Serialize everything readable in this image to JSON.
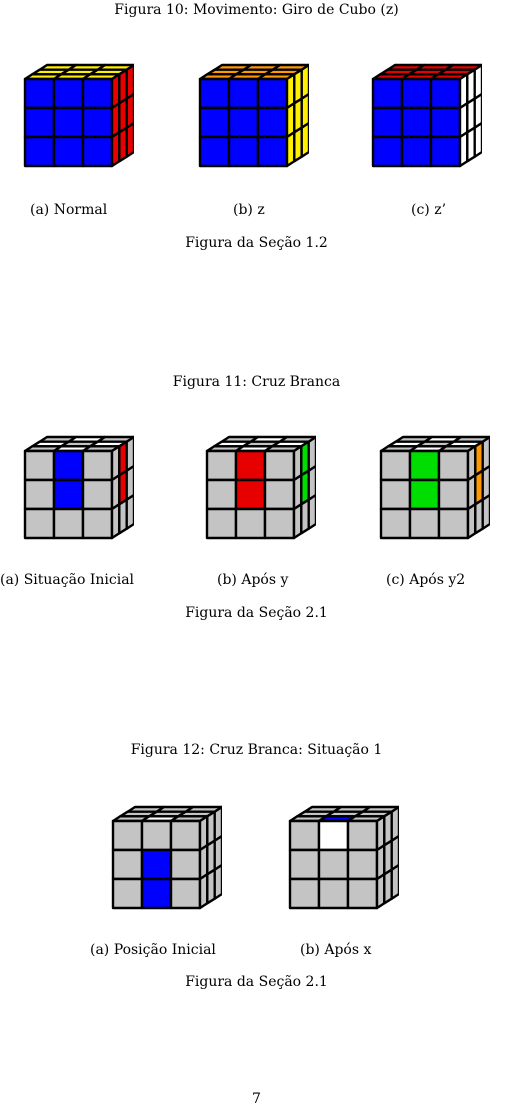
{
  "colors": {
    "yellow": "#FFEF00",
    "blue": "#0000FF",
    "red": "#E60000",
    "orange": "#FF9900",
    "white": "#FFFFFF",
    "green": "#00DD00",
    "gray": "#C4C4C4",
    "outline": "#000000"
  },
  "figure10": {
    "title": "Figura 10: Movimento: Giro de Cubo (z)",
    "captions": [
      "(a) Normal",
      "(b) z",
      "(c) z’"
    ],
    "section": "Figura da Seção 1.2",
    "cubes": [
      {
        "top": [
          "yellow",
          "yellow",
          "yellow",
          "yellow",
          "yellow",
          "yellow",
          "yellow",
          "yellow",
          "yellow"
        ],
        "front": [
          "blue",
          "blue",
          "blue",
          "blue",
          "blue",
          "blue",
          "blue",
          "blue",
          "blue"
        ],
        "side": [
          "red",
          "red",
          "red",
          "red",
          "red",
          "red",
          "red",
          "red",
          "red"
        ]
      },
      {
        "top": [
          "orange",
          "orange",
          "orange",
          "orange",
          "orange",
          "orange",
          "orange",
          "orange",
          "orange"
        ],
        "front": [
          "blue",
          "blue",
          "blue",
          "blue",
          "blue",
          "blue",
          "blue",
          "blue",
          "blue"
        ],
        "side": [
          "yellow",
          "yellow",
          "yellow",
          "yellow",
          "yellow",
          "yellow",
          "yellow",
          "yellow",
          "yellow"
        ]
      },
      {
        "top": [
          "red",
          "red",
          "red",
          "red",
          "red",
          "red",
          "red",
          "red",
          "red"
        ],
        "front": [
          "blue",
          "blue",
          "blue",
          "blue",
          "blue",
          "blue",
          "blue",
          "blue",
          "blue"
        ],
        "side": [
          "white",
          "white",
          "white",
          "white",
          "white",
          "white",
          "white",
          "white",
          "white"
        ]
      }
    ]
  },
  "figure11": {
    "title": "Figura 11: Cruz Branca",
    "captions": [
      "(a) Situação Inicial",
      "(b) Após y",
      "(c) Após y2"
    ],
    "section": "Figura da Seção 2.1",
    "cubes": [
      {
        "top": [
          "gray",
          "white",
          "gray",
          "white",
          "gray",
          "white",
          "gray",
          "white",
          "gray"
        ],
        "front": [
          "gray",
          "blue",
          "gray",
          "gray",
          "blue",
          "gray",
          "gray",
          "gray",
          "gray"
        ],
        "side": [
          "gray",
          "red",
          "gray",
          "gray",
          "red",
          "gray",
          "gray",
          "gray",
          "gray"
        ]
      },
      {
        "top": [
          "gray",
          "white",
          "gray",
          "white",
          "gray",
          "white",
          "gray",
          "white",
          "gray"
        ],
        "front": [
          "gray",
          "red",
          "gray",
          "gray",
          "red",
          "gray",
          "gray",
          "gray",
          "gray"
        ],
        "side": [
          "gray",
          "green",
          "gray",
          "gray",
          "green",
          "gray",
          "gray",
          "gray",
          "gray"
        ]
      },
      {
        "top": [
          "gray",
          "white",
          "gray",
          "white",
          "gray",
          "white",
          "gray",
          "white",
          "gray"
        ],
        "front": [
          "gray",
          "green",
          "gray",
          "gray",
          "green",
          "gray",
          "gray",
          "gray",
          "gray"
        ],
        "side": [
          "gray",
          "orange",
          "gray",
          "gray",
          "orange",
          "gray",
          "gray",
          "gray",
          "gray"
        ]
      }
    ]
  },
  "figure12": {
    "title": "Figura 12: Cruz Branca: Situação 1",
    "captions": [
      "(a) Posição Inicial",
      "(b) Após x"
    ],
    "section": "Figura da Seção 2.1",
    "cubes": [
      {
        "top": [
          "gray",
          "gray",
          "gray",
          "gray",
          "gray",
          "gray",
          "gray",
          "white",
          "gray"
        ],
        "front": [
          "gray",
          "gray",
          "gray",
          "gray",
          "blue",
          "gray",
          "gray",
          "blue",
          "gray"
        ],
        "side": [
          "gray",
          "gray",
          "gray",
          "gray",
          "gray",
          "gray",
          "gray",
          "gray",
          "gray"
        ]
      },
      {
        "top": [
          "gray",
          "gray",
          "gray",
          "gray",
          "gray",
          "gray",
          "gray",
          "blue",
          "gray"
        ],
        "front": [
          "gray",
          "white",
          "gray",
          "gray",
          "gray",
          "gray",
          "gray",
          "gray",
          "gray"
        ],
        "side": [
          "gray",
          "gray",
          "gray",
          "gray",
          "gray",
          "gray",
          "gray",
          "gray",
          "gray"
        ]
      }
    ]
  },
  "page_number": "7"
}
